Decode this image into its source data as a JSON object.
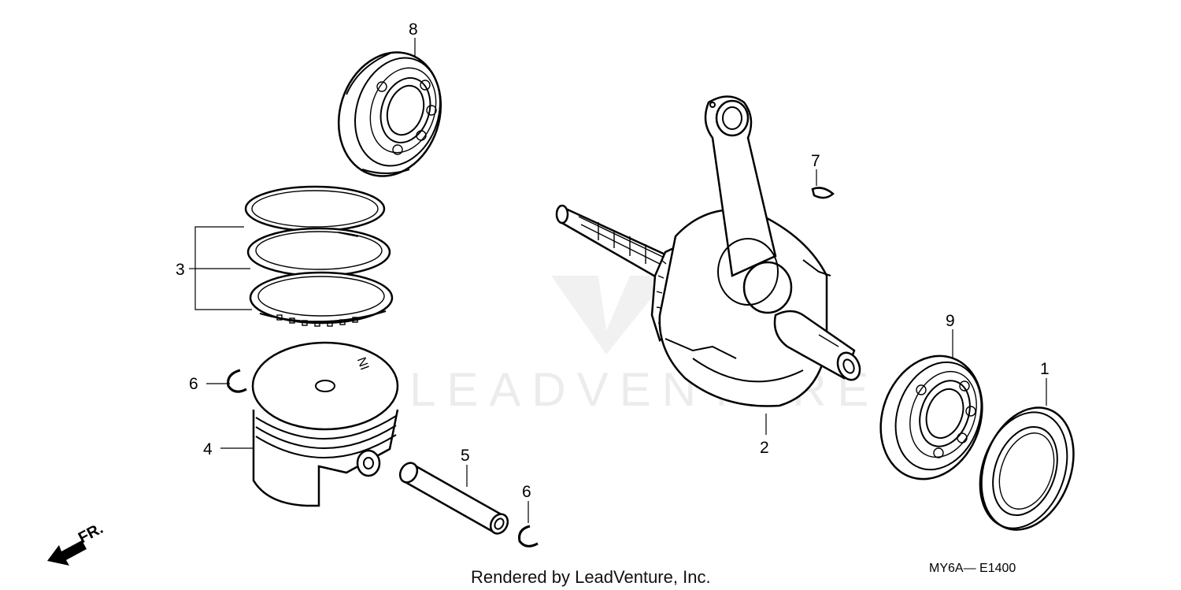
{
  "watermark": {
    "text": "LEADVENTURE"
  },
  "callouts": {
    "c1": "1",
    "c2": "2",
    "c3": "3",
    "c4": "4",
    "c5": "5",
    "c6a": "6",
    "c6b": "6",
    "c7": "7",
    "c8": "8",
    "c9": "9"
  },
  "piston_mark": "NI",
  "direction_label": "FR.",
  "footer": {
    "rendered_by": "Rendered by LeadVenture, Inc.",
    "diagram_code": "MY6A— E1400"
  }
}
